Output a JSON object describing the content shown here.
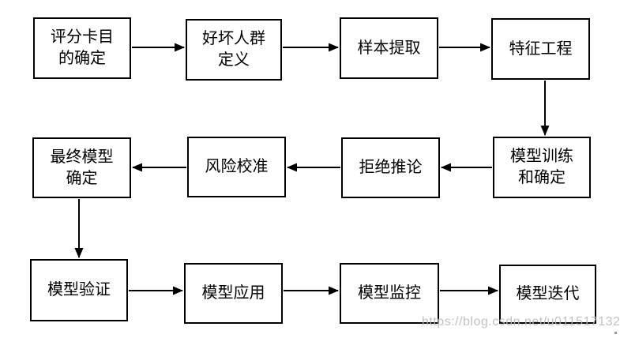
{
  "flowchart": {
    "type": "flowchart",
    "nodes": [
      {
        "id": "scorecard-goal",
        "label": "评分卡目\n的确定"
      },
      {
        "id": "good-bad-definition",
        "label": "好坏人群\n定义"
      },
      {
        "id": "sample-extraction",
        "label": "样本提取"
      },
      {
        "id": "feature-engineering",
        "label": "特征工程"
      },
      {
        "id": "final-model",
        "label": "最终模型\n确定"
      },
      {
        "id": "risk-calibration",
        "label": "风险校准"
      },
      {
        "id": "reject-inference",
        "label": "拒绝推论"
      },
      {
        "id": "model-training",
        "label": "模型训练\n和确定"
      },
      {
        "id": "model-validation",
        "label": "模型验证"
      },
      {
        "id": "model-application",
        "label": "模型应用"
      },
      {
        "id": "model-monitoring",
        "label": "模型监控"
      },
      {
        "id": "model-iteration",
        "label": "模型迭代"
      }
    ],
    "edges": [
      {
        "from": "scorecard-goal",
        "to": "good-bad-definition"
      },
      {
        "from": "good-bad-definition",
        "to": "sample-extraction"
      },
      {
        "from": "sample-extraction",
        "to": "feature-engineering"
      },
      {
        "from": "feature-engineering",
        "to": "model-training"
      },
      {
        "from": "model-training",
        "to": "reject-inference"
      },
      {
        "from": "reject-inference",
        "to": "risk-calibration"
      },
      {
        "from": "risk-calibration",
        "to": "final-model"
      },
      {
        "from": "final-model",
        "to": "model-validation"
      },
      {
        "from": "model-validation",
        "to": "model-application"
      },
      {
        "from": "model-application",
        "to": "model-monitoring"
      },
      {
        "from": "model-monitoring",
        "to": "model-iteration"
      }
    ],
    "colors": {
      "background": "#ffffff",
      "box_border": "#000000",
      "box_fill": "#ffffff",
      "arrow": "#000000",
      "text": "#000000",
      "watermark": "#bababa"
    }
  },
  "watermark": {
    "text": "https://blog.csdn.net/u011517132"
  }
}
